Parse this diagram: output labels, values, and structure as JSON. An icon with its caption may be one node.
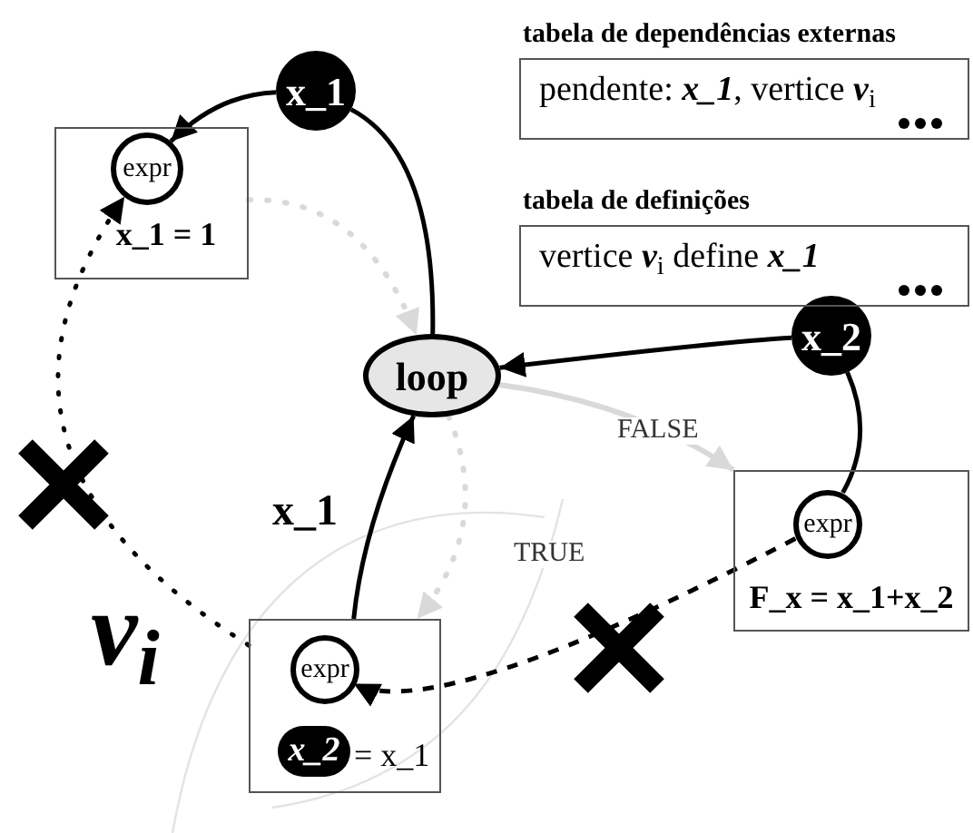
{
  "diagram": {
    "nodes": [
      {
        "text": [
          "x_1 = 1"
        ]
      },
      {
        "text": [
          "expr"
        ],
        "in": 0
      },
      {
        "text": [
          "x_1"
        ]
      },
      {
        "text": [
          "loop"
        ]
      },
      {
        "text": [
          "x_2"
        ]
      },
      {
        "text": [
          "F_x = x_1+x_2"
        ]
      },
      {
        "text": [
          "expr"
        ],
        "in": 5
      },
      {
        "text": [
          "= x_1"
        ]
      },
      {
        "text": [
          "expr"
        ],
        "in": 7
      },
      {
        "text": [
          "x_2"
        ],
        "in": 7
      },
      {
        "text": [
          "tabela de dependências externas",
          "pendente: **x_1**, vertice **v**$_{i}$"
        ]
      },
      {
        "text": [
          "tabela de definições",
          "vertice **v**$_{i}$ define **x_1**"
        ]
      }
    ],
    "edges": [
      {
        "from": 2,
        "to": 1,
        "arrow": "to"
      },
      {
        "from": 3,
        "to": 2,
        "arrow": "none"
      },
      {
        "from": 4,
        "to": 3,
        "arrow": "to"
      },
      {
        "from": 4,
        "to": 6,
        "arrow": "none"
      },
      {
        "from": 0,
        "to": 3,
        "arrow": "to",
        "style": "dashed",
        "color": "#d9d9d9"
      },
      {
        "from": 7,
        "to": 3,
        "arrow": "to",
        "label": "x_1"
      },
      {
        "from": 3,
        "to": 5,
        "arrow": "to",
        "label": "FALSE",
        "color": "#d9d9d9"
      },
      {
        "from": 3,
        "to": 7,
        "arrow": "to",
        "label": "TRUE",
        "style": "dashed",
        "color": "#d9d9d9"
      },
      {
        "from": 6,
        "to": 8,
        "arrow": "to",
        "style": "dashed"
      },
      {
        "from": 7,
        "to": 1,
        "arrow": "to",
        "style": "dashed"
      }
    ],
    "labels": [
      "v$_{i}$"
    ]
  }
}
